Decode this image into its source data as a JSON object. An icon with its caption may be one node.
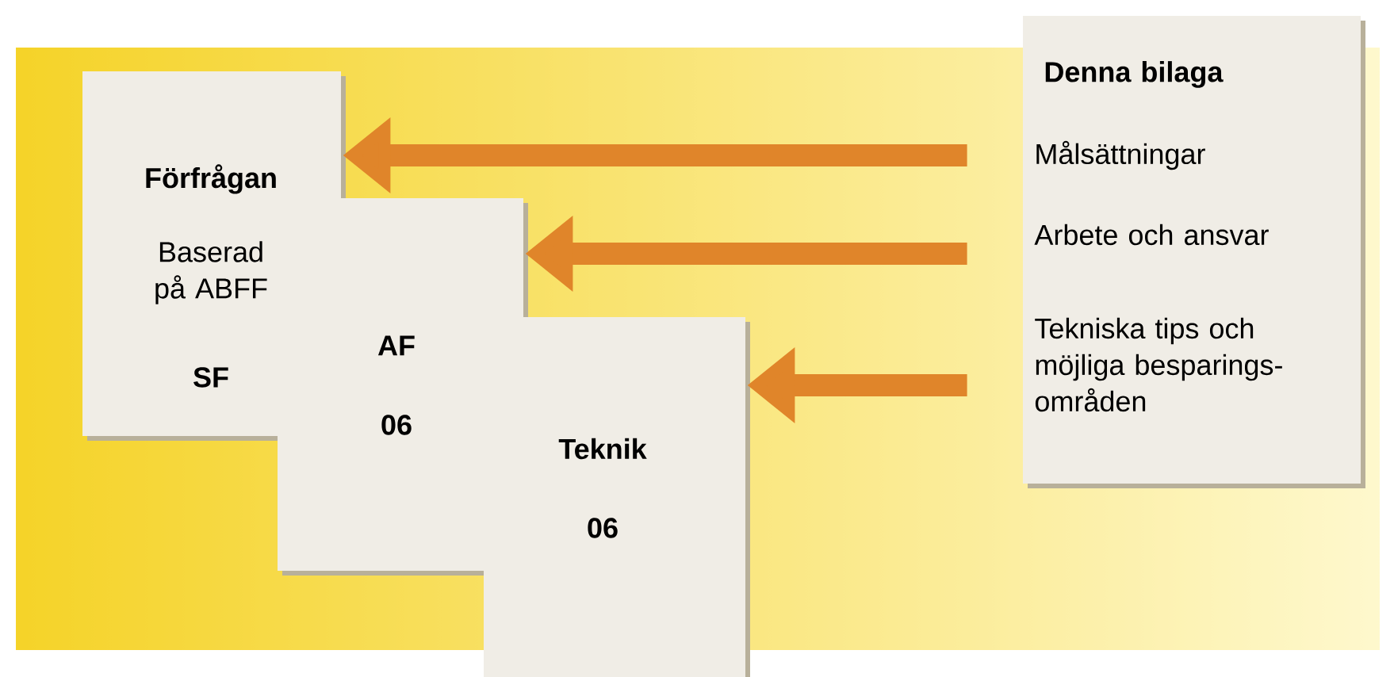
{
  "diagram": {
    "nodes": [
      {
        "text": [
          "Förfrågan",
          "Baserad på ABFF",
          "SF"
        ]
      },
      {
        "text": [
          "AF",
          "06"
        ]
      },
      {
        "text": [
          "Teknik",
          "06"
        ]
      },
      {
        "text": [
          "Denna bilaga",
          "Målsättningar",
          "Arbete och ansvar",
          "Tekniska tips och möjliga besparings-områden"
        ]
      }
    ],
    "edges": [
      {
        "from": 3,
        "to": 0,
        "arrow": "to"
      },
      {
        "from": 3,
        "to": 1,
        "arrow": "to"
      },
      {
        "from": 3,
        "to": 2,
        "arrow": "to"
      }
    ]
  }
}
